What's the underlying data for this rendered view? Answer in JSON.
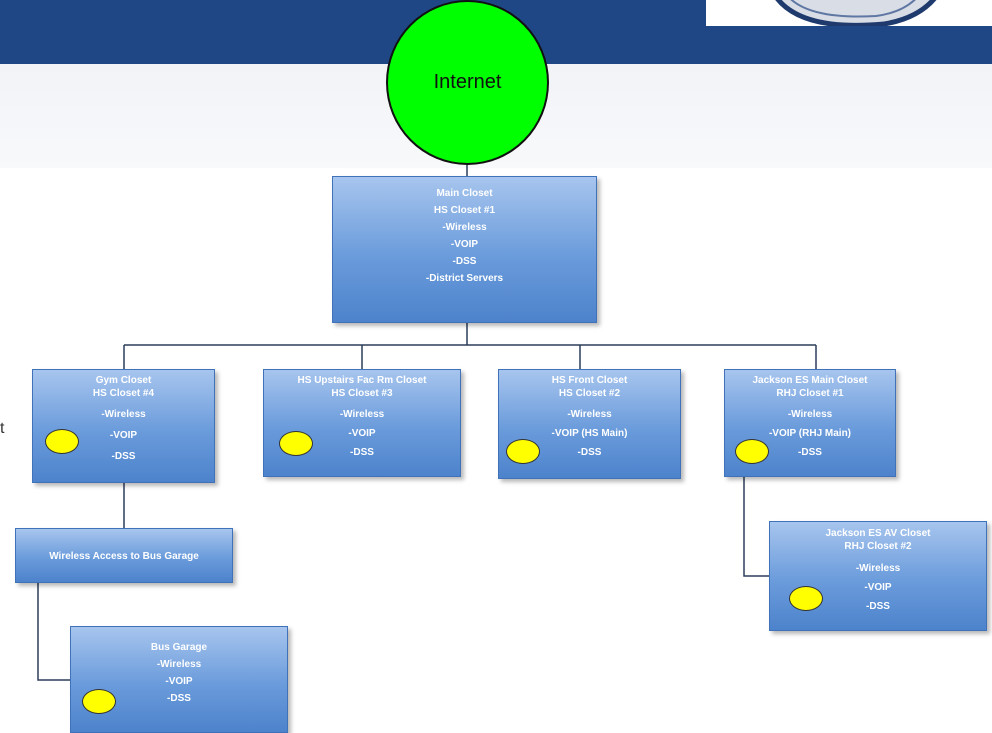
{
  "header": {
    "band_color": "#1f4785"
  },
  "internet": {
    "label": "Internet",
    "fill": "#00ff00"
  },
  "edge_fragment": "t",
  "boxes": {
    "main": [
      "Main Closet",
      "HS Closet #1",
      "-Wireless",
      "-VOIP",
      "-DSS",
      "-District Servers"
    ],
    "gym": [
      "Gym Closet",
      "HS Closet #4",
      "-Wireless",
      "-VOIP",
      "-DSS"
    ],
    "upstairs": [
      "HS Upstairs Fac Rm Closet",
      "HS Closet #3",
      "-Wireless",
      "-VOIP",
      "-DSS"
    ],
    "front": [
      "HS Front Closet",
      "HS Closet #2",
      "-Wireless",
      "-VOIP (HS Main)",
      "-DSS"
    ],
    "jackson_main": [
      "Jackson ES Main Closet",
      "RHJ Closet #1",
      "-Wireless",
      "-VOIP (RHJ Main)",
      "-DSS"
    ],
    "wireless_access": [
      "Wireless Access to Bus Garage"
    ],
    "jackson_av": [
      "Jackson ES AV Closet",
      "RHJ Closet #2",
      "-Wireless",
      "-VOIP",
      "-DSS"
    ],
    "bus_garage": [
      "Bus Garage",
      "-Wireless",
      "-VOIP",
      "-DSS"
    ]
  },
  "colors": {
    "box_top": "#a7c5ee",
    "box_bottom": "#4d83cc",
    "connector": "#2b3d5a",
    "marker": "#ffff00"
  }
}
